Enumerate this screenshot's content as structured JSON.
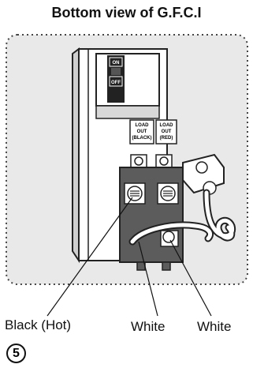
{
  "title": "Bottom view of G.F.C.I",
  "breaker": {
    "switch_on": "ON",
    "switch_off": "OFF",
    "terminal_left": [
      "LOAD",
      "OUT",
      "(BLACK)"
    ],
    "terminal_right": [
      "LOAD",
      "OUT",
      "(RED)"
    ]
  },
  "labels": {
    "black_hot": "Black (Hot)",
    "white_1": "White",
    "white_2": "White"
  },
  "step_number": "5"
}
